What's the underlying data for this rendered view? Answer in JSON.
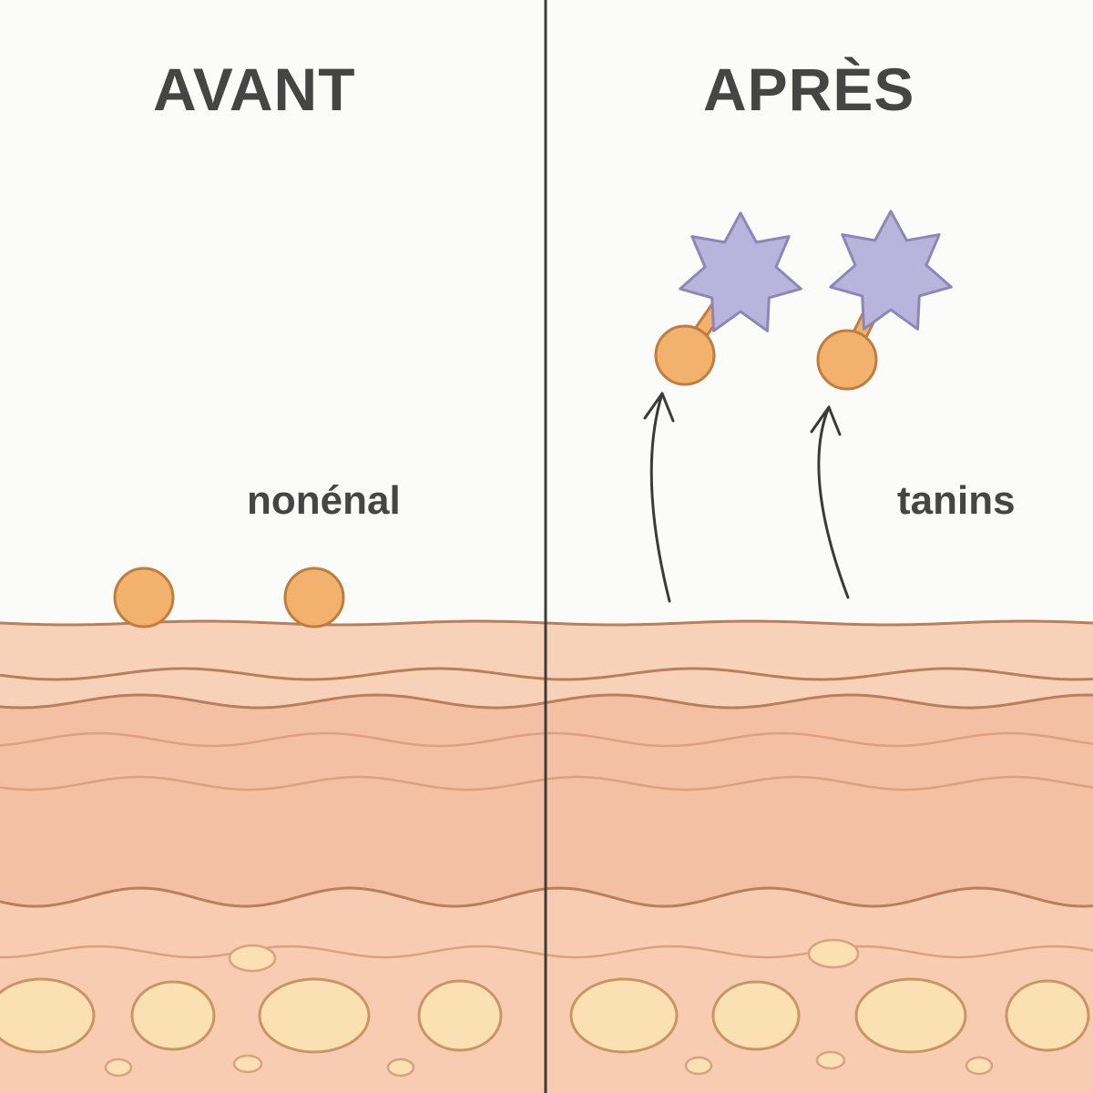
{
  "panels": [
    {
      "id": "before",
      "title": "AVANT",
      "molecule_label": "nonénal"
    },
    {
      "id": "after",
      "title": "APRÈS",
      "molecule_label": "tanins"
    }
  ],
  "colors": {
    "background": "#fbfbfa",
    "divider": "#3c3c3c",
    "skin_top": "#f8d2b8",
    "skin_deep": "#f4c0a4",
    "skin_lower": "#f7ccb1",
    "skin_line": "#b97f5a",
    "skin_line_light": "#d9a180",
    "nonenal_fill": "#f2b26d",
    "nonenal_stroke": "#bf7d3e",
    "tannin_fill": "#b9b4dc",
    "tannin_stroke": "#8d86b8",
    "fat_cell_fill": "#fbe0b3",
    "fat_cell_stroke": "#c99663",
    "arrow": "#3a3a3a",
    "text": "#454545"
  },
  "icons": {
    "nonenal": "orange-circle-molecule",
    "tannin": "purple-star-molecule",
    "release": "curved-up-arrow"
  }
}
